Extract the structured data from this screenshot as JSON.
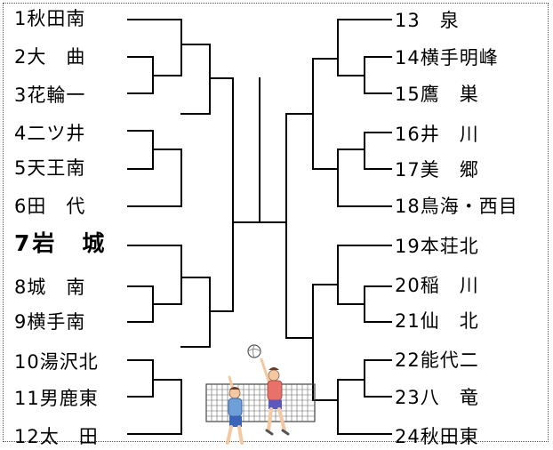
{
  "left_teams": [
    {
      "seed": "1",
      "name": "秋田南"
    },
    {
      "seed": "2",
      "name": "大　曲"
    },
    {
      "seed": "3",
      "name": "花輪一"
    },
    {
      "seed": "4",
      "name": "二ツ井"
    },
    {
      "seed": "5",
      "name": "天王南"
    },
    {
      "seed": "6",
      "name": "田　代"
    },
    {
      "seed": "7",
      "name": "岩　城",
      "highlight": true
    },
    {
      "seed": "8",
      "name": "城　南"
    },
    {
      "seed": "9",
      "name": "横手南"
    },
    {
      "seed": "10",
      "name": "湯沢北"
    },
    {
      "seed": "11",
      "name": "男鹿東"
    },
    {
      "seed": "12",
      "name": "太　田"
    }
  ],
  "right_teams": [
    {
      "seed": "13",
      "name": "　泉"
    },
    {
      "seed": "14",
      "name": "横手明峰"
    },
    {
      "seed": "15",
      "name": "鷹　巣"
    },
    {
      "seed": "16",
      "name": "井　川"
    },
    {
      "seed": "17",
      "name": "美　郷"
    },
    {
      "seed": "18",
      "name": "鳥海・西目"
    },
    {
      "seed": "19",
      "name": "本荘北"
    },
    {
      "seed": "20",
      "name": "稲　川"
    },
    {
      "seed": "21",
      "name": "仙　北"
    },
    {
      "seed": "22",
      "name": "能代二"
    },
    {
      "seed": "23",
      "name": "八　竜"
    },
    {
      "seed": "24",
      "name": "秋田東"
    }
  ],
  "colors": {
    "line": "#000000",
    "highlight": "#000000"
  },
  "illustration": {
    "icon": "volleyball-players-icon"
  }
}
